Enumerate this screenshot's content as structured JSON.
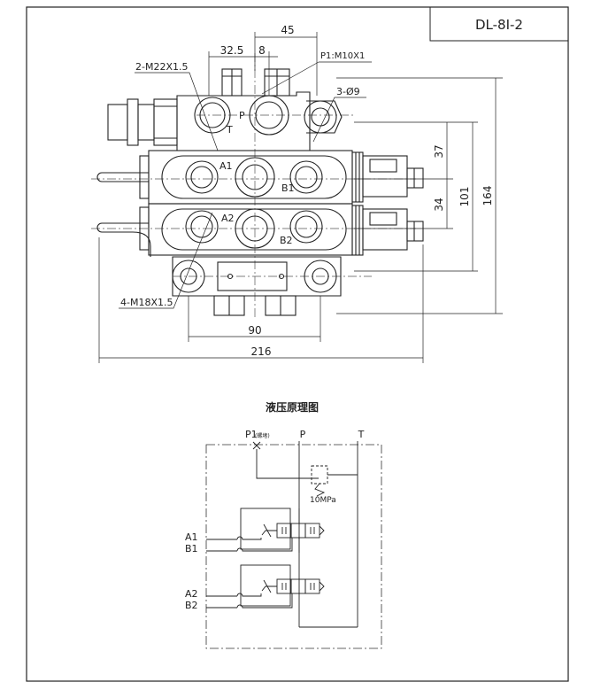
{
  "title_block": {
    "code": "DL-8I-2"
  },
  "dimensions": {
    "d45": "45",
    "d32_5": "32.5",
    "d8": "8",
    "d37": "37",
    "d34": "34",
    "d101": "101",
    "d164": "164",
    "d90": "90",
    "d216": "216"
  },
  "callouts": {
    "outlet_thread": "2-M22X1.5",
    "p1_thread": "P1:M10X1",
    "mount_holes": "3-Ø9",
    "work_ports": "4-M18X1.5"
  },
  "port_labels": {
    "p": "P",
    "t": "T",
    "a1": "A1",
    "b1": "B1",
    "a2": "A2",
    "b2": "B2"
  },
  "schematic": {
    "heading": "液压原理图",
    "p1": "P1",
    "p1_note": "(螺堵)",
    "p": "P",
    "t": "T",
    "relief": "10MPa",
    "a1": "A1",
    "b1": "B1",
    "a2": "A2",
    "b2": "B2"
  }
}
